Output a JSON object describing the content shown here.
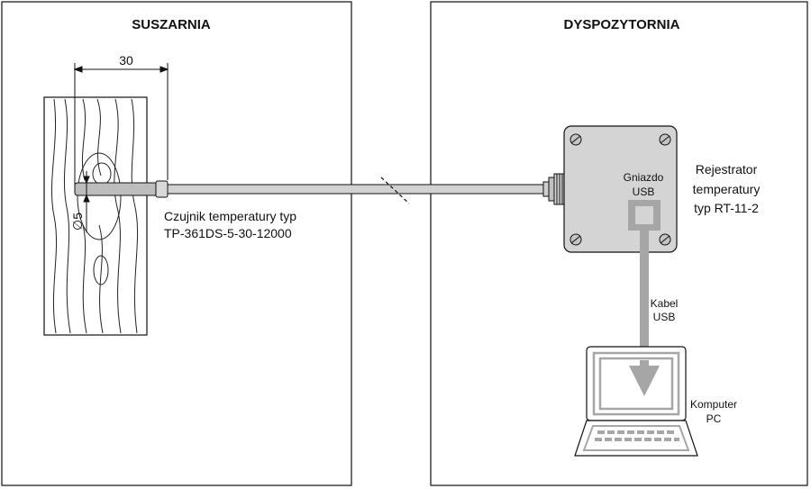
{
  "rooms": {
    "left_title": "SUSZARNIA",
    "right_title": "DYSPOZYTORNIA"
  },
  "dimensions": {
    "length": "30",
    "diameter": "∅5"
  },
  "sensor": {
    "line1": "Czujnik temperatury typ",
    "line2": "TP-361DS-5-30-12000"
  },
  "socket": {
    "line1": "Gniazdo",
    "line2": "USB"
  },
  "recorder": {
    "line1": "Rejestrator",
    "line2": "temperatury",
    "line3": "typ RT-11-2"
  },
  "cable": {
    "line1": "Kabel",
    "line2": "USB"
  },
  "computer": {
    "line1": "Komputer",
    "line2": "PC"
  },
  "colors": {
    "outline": "#111111",
    "sensor_fill": "#c8c8c8",
    "box_fill": "#d4d4d4",
    "usb_gray": "#a6a6a6"
  }
}
